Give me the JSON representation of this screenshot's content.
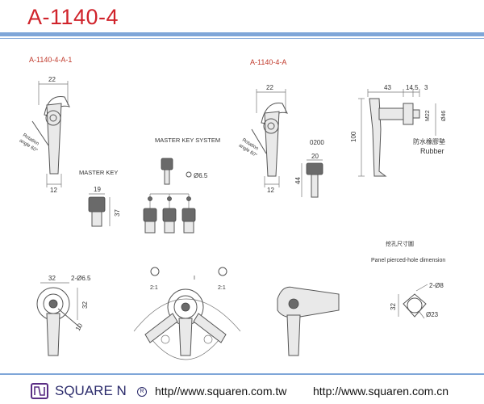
{
  "header": {
    "title": "A-1140-4"
  },
  "colors": {
    "title": "#d0232b",
    "rule": "#7fa6d8",
    "brand": "#2b2b6b",
    "logo": "#5a2d84"
  },
  "views": {
    "left_view_label": "A-1140-4-A-1",
    "mid_view_label": "A-1140-4-A",
    "master_key_system": "MASTER KEY SYSTEM",
    "master_key": "MASTER KEY",
    "key_code": "0200",
    "rubber": "Rubber",
    "rubber_cn": "防水橡膠墊",
    "panel_cn": "挖孔尺寸圖",
    "panel_en": "Panel pierced-hole dimension",
    "rotation_1": "Rotation",
    "rotation_2": "angle 60°"
  },
  "dimensions": {
    "d22a": "22",
    "d12a": "12",
    "d22b": "22",
    "d12b": "12",
    "d43": "43",
    "d14_5": "14.5",
    "d3": "3",
    "d100": "100",
    "dm22": "M22",
    "d46": "Ø46",
    "d20": "20",
    "d44": "44",
    "d19": "19",
    "d37": "37",
    "d6_5": "Ø6.5",
    "d32a": "32",
    "d2_6_5": "2-Ø6.5",
    "d32b": "32",
    "d10": "10",
    "d2_8": "2-Ø8",
    "d32c": "32",
    "d23": "Ø23",
    "sec1": "2:1",
    "sec2": "2:1",
    "sec3": "I"
  },
  "footer": {
    "brand": "SQUARE N",
    "reg": "R",
    "url_tw": "http//www.squaren.com.tw",
    "url_cn": "http://www.squaren.com.cn"
  }
}
